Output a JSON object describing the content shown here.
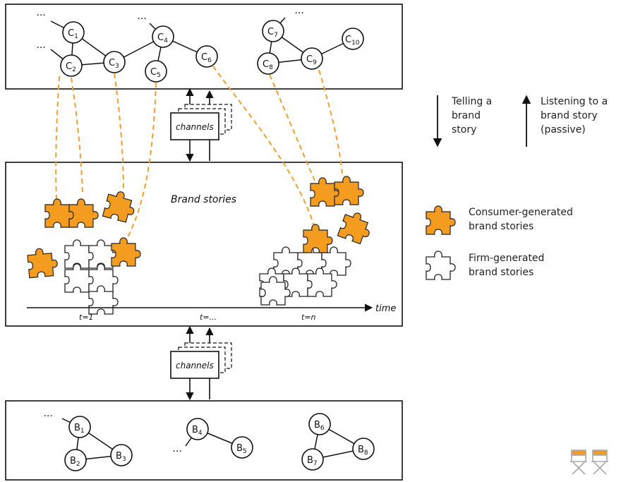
{
  "colors": {
    "orange": "#F39C1F",
    "dashed_link": "#F0A030",
    "ink": "#111111",
    "legend_text": "#333333"
  },
  "consumer_network": {
    "nodes": [
      {
        "base": "C",
        "sub": "1"
      },
      {
        "base": "C",
        "sub": "2"
      },
      {
        "base": "C",
        "sub": "3"
      },
      {
        "base": "C",
        "sub": "4"
      },
      {
        "base": "C",
        "sub": "5"
      },
      {
        "base": "C",
        "sub": "6"
      },
      {
        "base": "C",
        "sub": "7"
      },
      {
        "base": "C",
        "sub": "8"
      },
      {
        "base": "C",
        "sub": "9"
      },
      {
        "base": "C",
        "sub": "10"
      }
    ],
    "ellipsis": "..."
  },
  "brand_network": {
    "nodes": [
      {
        "base": "B",
        "sub": "1"
      },
      {
        "base": "B",
        "sub": "2"
      },
      {
        "base": "B",
        "sub": "3"
      },
      {
        "base": "B",
        "sub": "4"
      },
      {
        "base": "B",
        "sub": "5"
      },
      {
        "base": "B",
        "sub": "6"
      },
      {
        "base": "B",
        "sub": "7"
      },
      {
        "base": "B",
        "sub": "8"
      }
    ],
    "ellipsis": "..."
  },
  "channels_top": {
    "label": "channels"
  },
  "channels_bottom": {
    "label": "channels"
  },
  "middle_box": {
    "title": "Brand stories",
    "timeline": {
      "axis_label": "time",
      "ticks": [
        "t=1",
        "t=...",
        "t=n"
      ]
    }
  },
  "legend": {
    "telling": "Telling a brand story",
    "listening": "Listening to a brand story (passive)",
    "consumer": "Consumer-generated brand stories",
    "firm": "Firm-generated brand stories"
  },
  "watermark_icon": "directors-chairs-icon"
}
